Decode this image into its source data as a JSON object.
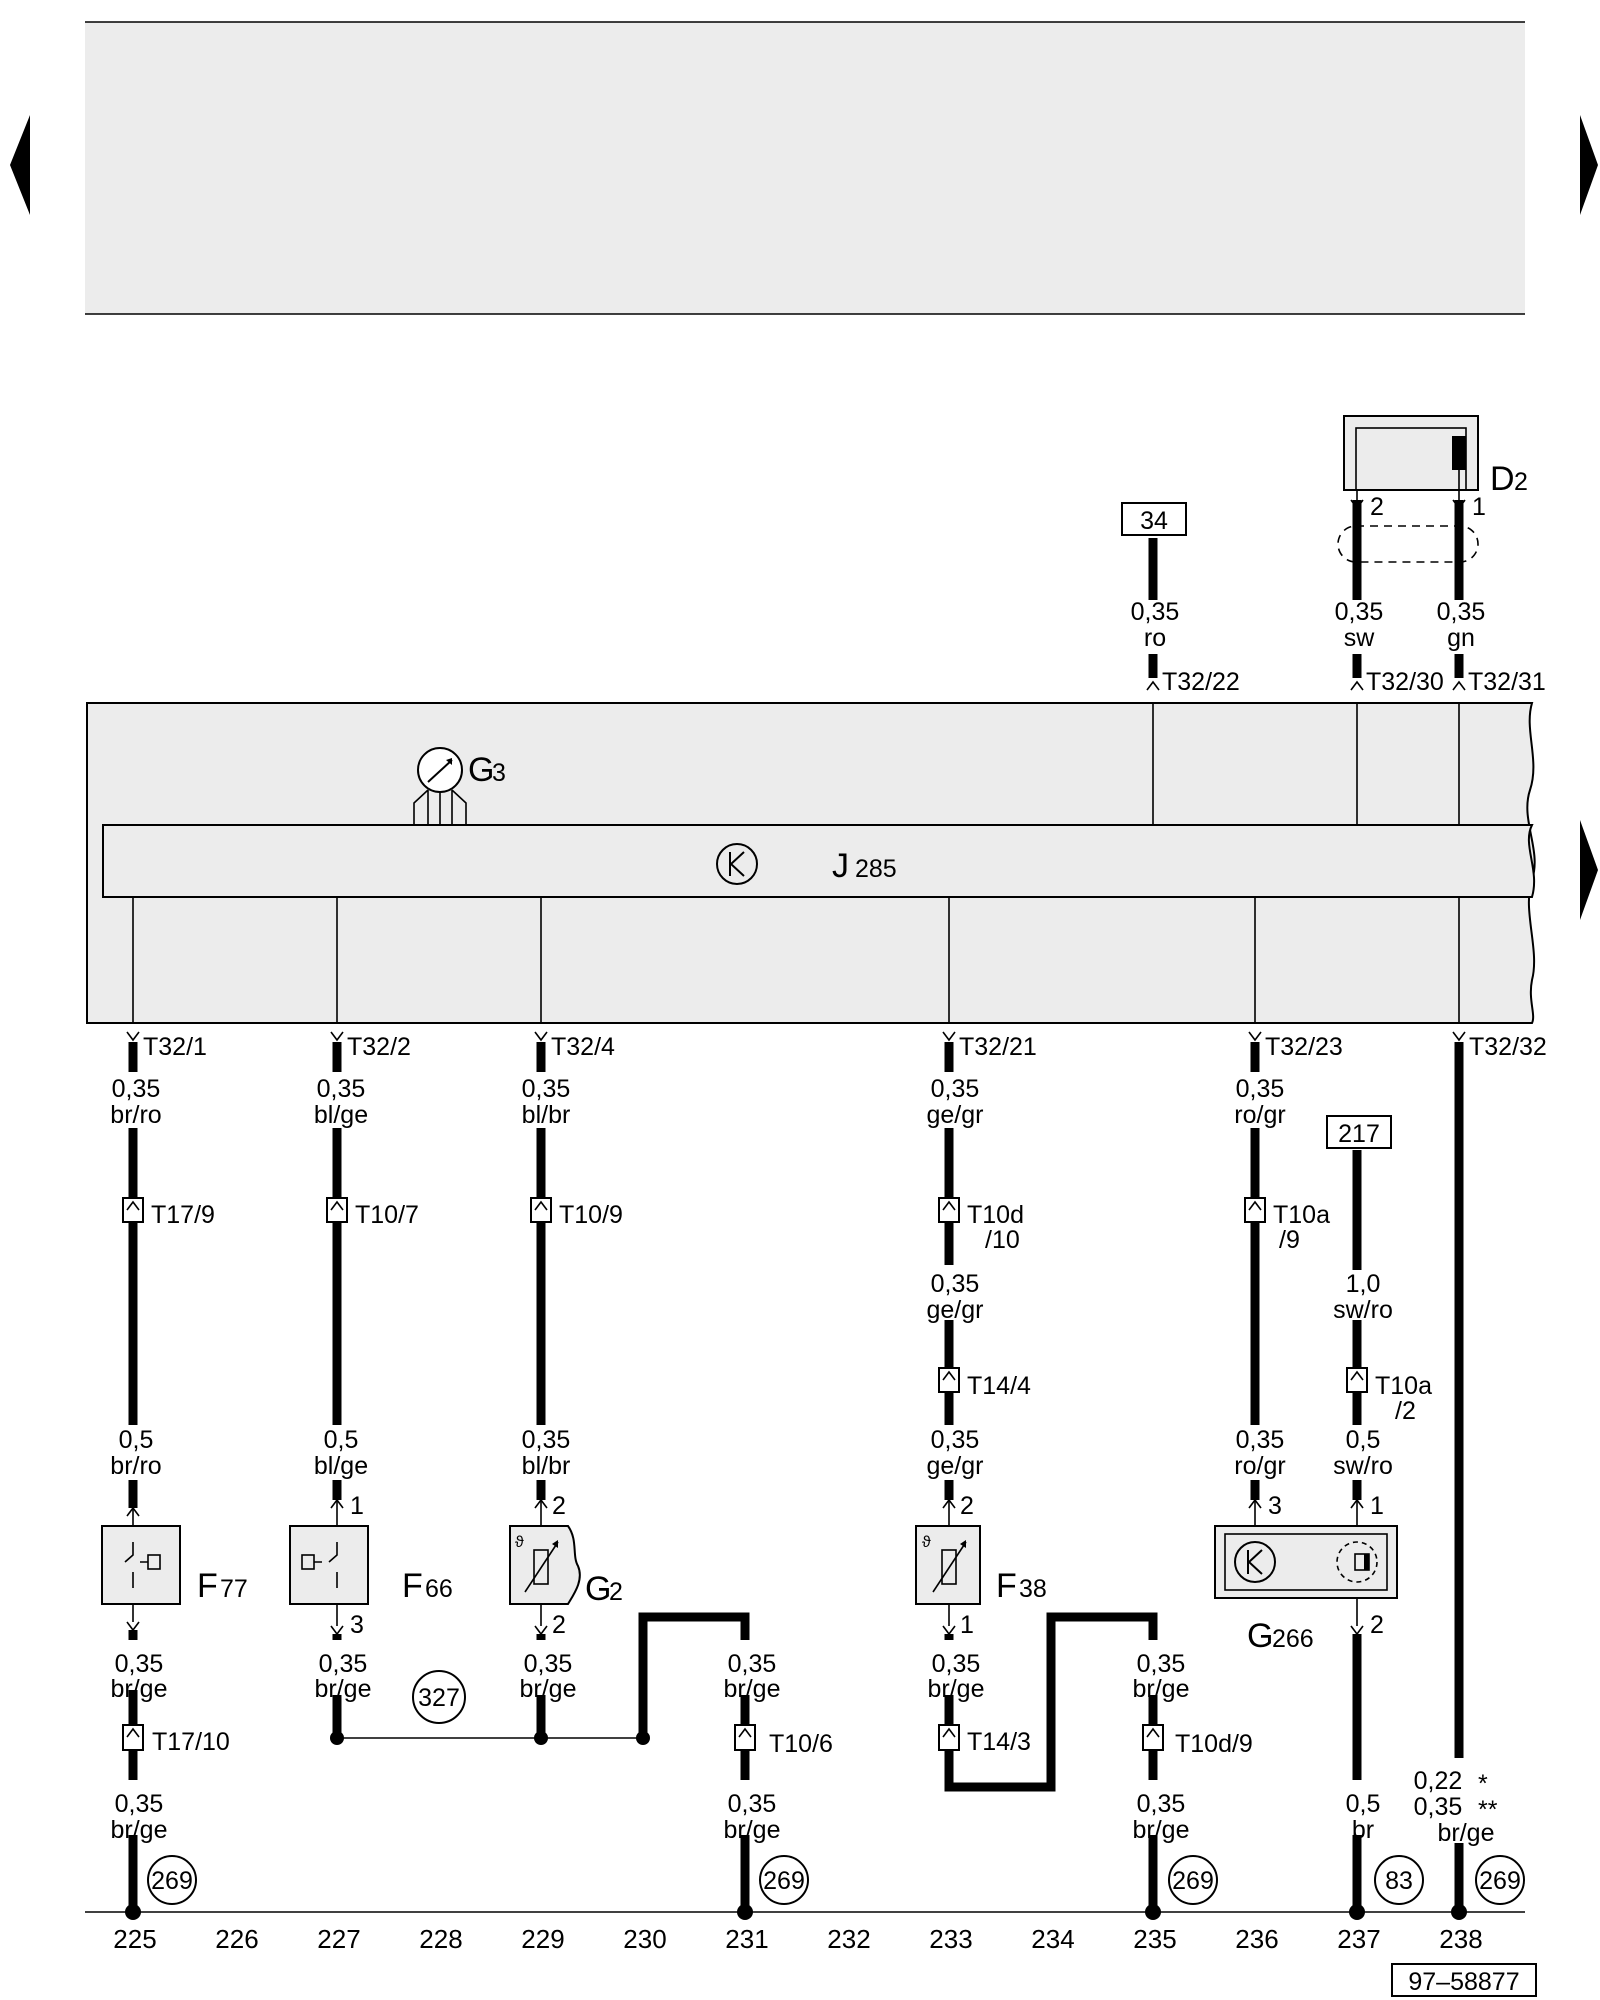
{
  "nav": {
    "prev_arrow": "previous-page",
    "next_arrow": "next-page",
    "next_arrow_mid": "next-page"
  },
  "components": {
    "G3": {
      "letter": "G",
      "sub": "3"
    },
    "J285": {
      "letter": "J",
      "sub": "285"
    },
    "D2": {
      "letter": "D",
      "sub": "2"
    },
    "F77": {
      "letter": "F",
      "sub": "77"
    },
    "F66": {
      "letter": "F",
      "sub": "66"
    },
    "G2": {
      "letter": "G",
      "sub": "2"
    },
    "F38": {
      "letter": "F",
      "sub": "38"
    },
    "G266": {
      "letter": "G",
      "sub": "266"
    }
  },
  "refs": {
    "r34": "34",
    "r217": "217",
    "r327": "327",
    "r83": "83",
    "r269": "269"
  },
  "pins": {
    "t32_1": "T32/1",
    "t32_2": "T32/2",
    "t32_4": "T32/4",
    "t32_21": "T32/21",
    "t32_23": "T32/23",
    "t32_32": "T32/32",
    "t32_22": "T32/22",
    "t32_30": "T32/30",
    "t32_31": "T32/31",
    "d2_p2": "2",
    "d2_p1": "1",
    "f66_p1": "1",
    "f66_p3": "3",
    "g2_p2a": "2",
    "g2_p2b": "2",
    "f38_p2": "2",
    "f38_p1": "1",
    "g266_p3": "3",
    "g266_p1": "1",
    "g266_p2": "2"
  },
  "connectors": {
    "t17_9": "T17/9",
    "t10_7": "T10/7",
    "t10_9": "T10/9",
    "t10d_10": "T10d",
    "t10d_10b": "/10",
    "t10a_9": "T10a",
    "t10a_9b": "/9",
    "t14_4": "T14/4",
    "t10a_2": "T10a",
    "t10a_2b": "/2",
    "t17_10": "T17/10",
    "t10_6": "T10/6",
    "t14_3": "T14/3",
    "t10d_9": "T10d/9"
  },
  "wires": {
    "w34_size": "0,35",
    "w34_color": "ro",
    "wsw_size": "0,35",
    "wsw_color": "sw",
    "wgn_size": "0,35",
    "wgn_color": "gn",
    "c225_a_size": "0,35",
    "c225_a_color": "br/ro",
    "c225_b_size": "0,5",
    "c225_b_color": "br/ro",
    "c225_c_size": "0,35",
    "c225_c_color": "br/ge",
    "c225_d_size": "0,35",
    "c225_d_color": "br/ge",
    "c227_a_size": "0,35",
    "c227_a_color": "bl/ge",
    "c227_b_size": "0,5",
    "c227_b_color": "bl/ge",
    "c227_c_size": "0,35",
    "c227_c_color": "br/ge",
    "c229_a_size": "0,35",
    "c229_a_color": "bl/br",
    "c229_b_size": "0,35",
    "c229_b_color": "bl/br",
    "c229_c_size": "0,35",
    "c229_c_color": "br/ge",
    "c231_a_size": "0,35",
    "c231_a_color": "br/ge",
    "c231_b_size": "0,35",
    "c231_b_color": "br/ge",
    "c233_a_size": "0,35",
    "c233_a_color": "ge/gr",
    "c233_b_size": "0,35",
    "c233_b_color": "ge/gr",
    "c233_c_size": "0,35",
    "c233_c_color": "ge/gr",
    "c233_d_size": "0,35",
    "c233_d_color": "br/ge",
    "c235_a_size": "0,35",
    "c235_a_color": "br/ge",
    "c235_b_size": "0,35",
    "c235_b_color": "br/ge",
    "c236_a_size": "0,35",
    "c236_a_color": "ro/gr",
    "c236_b_size": "0,35",
    "c236_b_color": "ro/gr",
    "c237_a_size": "1,0",
    "c237_a_color": "sw/ro",
    "c237_b_size": "0,5",
    "c237_b_color": "sw/ro",
    "c237_c_size": "0,5",
    "c237_c_color": "br",
    "c238_size1": "0,22",
    "c238_size1_mark": "*",
    "c238_size2": "0,35",
    "c238_size2_mark": "**",
    "c238_color": "br/ge"
  },
  "columns": [
    "225",
    "226",
    "227",
    "228",
    "229",
    "230",
    "231",
    "232",
    "233",
    "234",
    "235",
    "236",
    "237",
    "238"
  ],
  "figure_id": "97–58877"
}
